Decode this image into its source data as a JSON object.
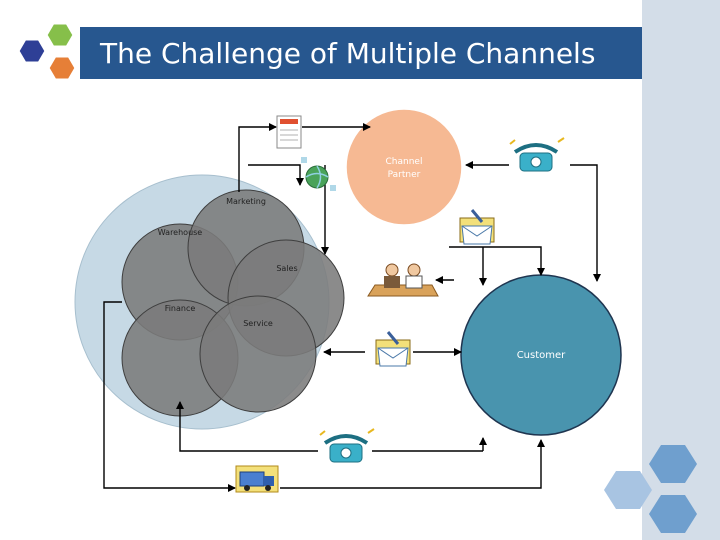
{
  "slide": {
    "title": "The Challenge of Multiple Channels"
  },
  "diagram": {
    "nodes": {
      "channel_partner": {
        "line1": "Channel",
        "line2": "Partner"
      },
      "customer": "Customer",
      "marketing": "Marketing",
      "warehouse": "Warehouse",
      "sales": "Sales",
      "finance": "Finance",
      "service": "Service"
    },
    "icons": [
      "document-icon",
      "globe-icon",
      "telephone-icon",
      "email-icon",
      "meeting-icon",
      "email-icon",
      "telephone-icon",
      "truck-icon"
    ]
  },
  "colors": {
    "title_bar": "#27578f",
    "side_panel": "#d3dde8",
    "enterprise_circle": "#c6d9e5",
    "department_circle": "#7b7b7b",
    "channel_partner": "#f6b993",
    "customer": "#4994ae"
  }
}
